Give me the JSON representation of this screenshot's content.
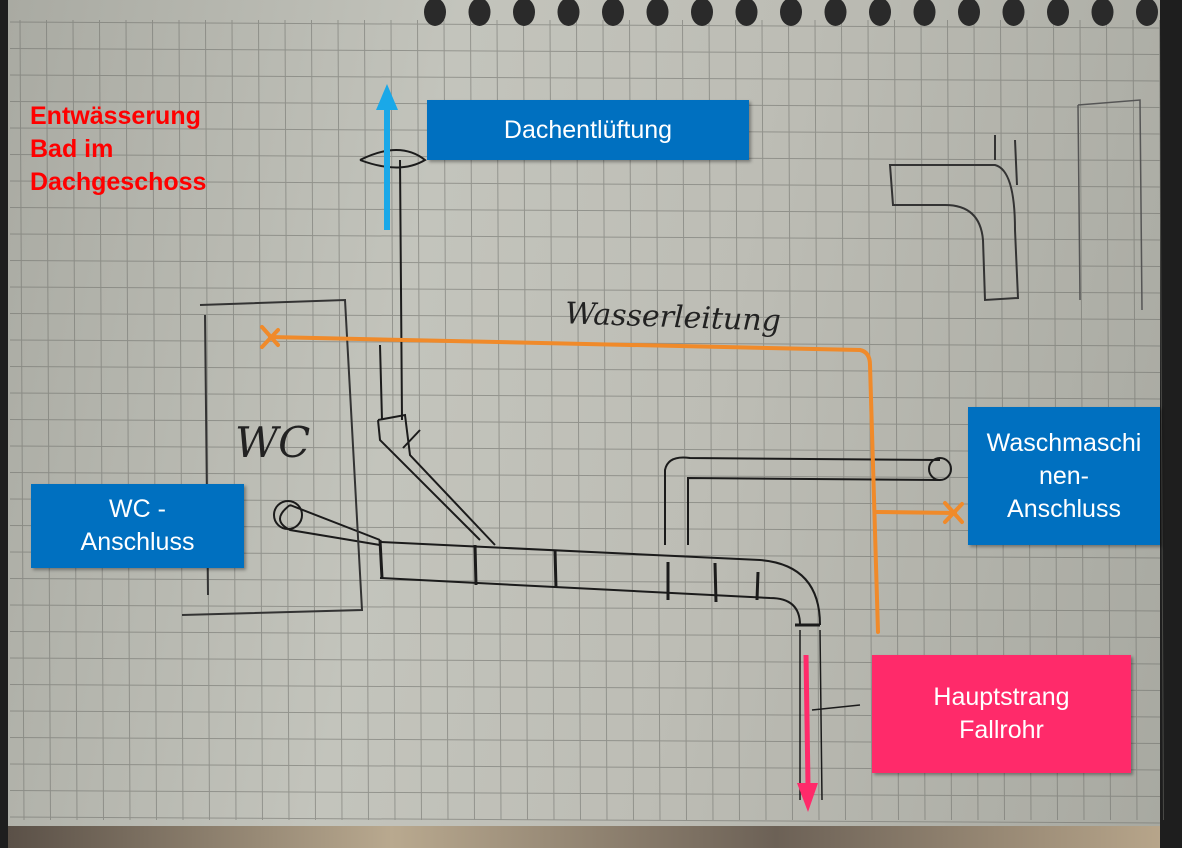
{
  "title": {
    "lines": [
      "Entwässerung",
      "Bad im",
      "Dachgeschoss"
    ],
    "color": "#ff0000"
  },
  "labels": {
    "roof_vent": "Dachentlüftung",
    "wc_connection": [
      "WC -",
      "Anschluss"
    ],
    "washing_machine": [
      "Waschmaschi",
      "nen-",
      "Anschluss"
    ],
    "main_stack": [
      "Hauptstrang",
      "Fallrohr"
    ]
  },
  "handwriting": {
    "water_line": "Wasserleitung",
    "wc": "WC"
  },
  "colors": {
    "label_blue": "#0070c0",
    "label_pink": "#ff2a6a",
    "vent_arrow": "#1aa8e8",
    "water_line": "#f08a2a",
    "down_arrow": "#ff2a6a"
  }
}
